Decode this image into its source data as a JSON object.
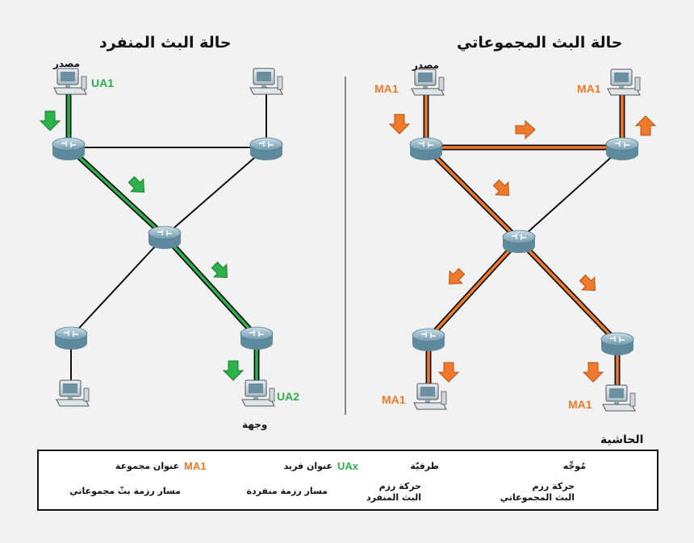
{
  "titles": {
    "unicast": "حالة البث المنفرد",
    "multicast": "حالة البث المجموعاتي"
  },
  "labels": {
    "source": "مصدر",
    "destination": "وجهة"
  },
  "unicast": {
    "src_addr": "UA1",
    "dst_addr": "UA2"
  },
  "multicast": {
    "addr": "MA1"
  },
  "colors": {
    "unicast": "#2cb24a",
    "multicast": "#f07a2a",
    "link": "#111111"
  },
  "legend": {
    "title": "الحاشية",
    "router": "مُوجِّه",
    "terminal": "طرفيّة",
    "unicast_addr_code": "UAx",
    "unicast_addr": "عنوان فريد",
    "multicast_addr_code": "MA1",
    "multicast_addr": "عنوان مجموعة",
    "multicast_traffic_line1": "حركة رزم",
    "multicast_traffic_line2": "البث المجموعاتي",
    "unicast_traffic_line1": "حركة رزم",
    "unicast_traffic_line2": "البث المنفرد",
    "unicast_path": "مسار رزمة منفردة",
    "multicast_path": "مسار رزمة بثّ مجموعاتي"
  }
}
